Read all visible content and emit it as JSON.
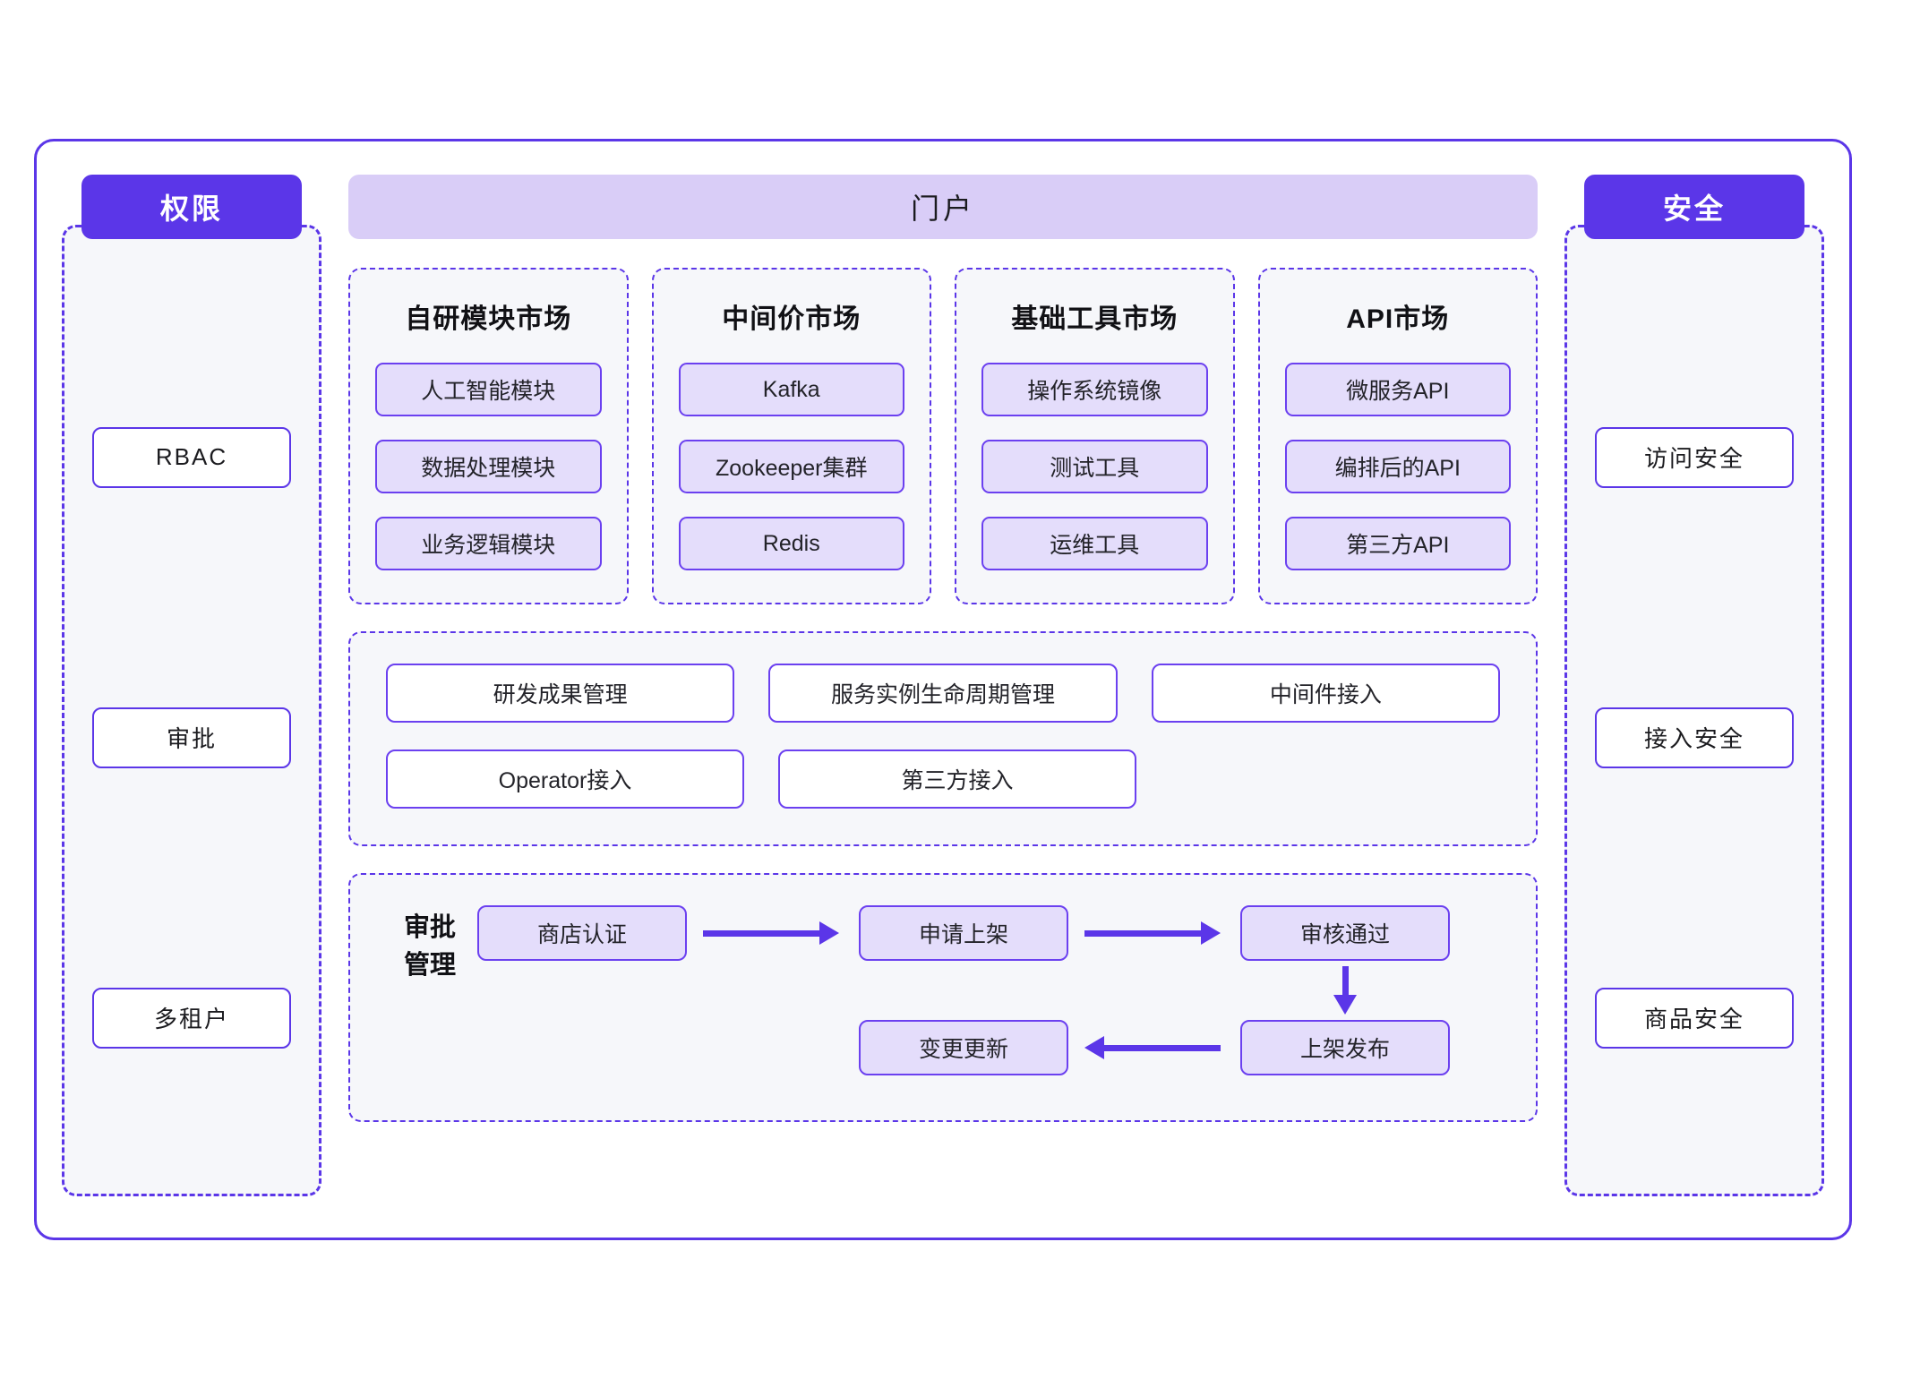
{
  "left_panel": {
    "header": "权限",
    "items": [
      {
        "label": "RBAC"
      },
      {
        "label": "审批"
      },
      {
        "label": "多租户"
      }
    ]
  },
  "right_panel": {
    "header": "安全",
    "items": [
      {
        "label": "访问安全"
      },
      {
        "label": "接入安全"
      },
      {
        "label": "商品安全"
      }
    ]
  },
  "portal": {
    "title": "门户"
  },
  "markets": [
    {
      "title": "自研模块市场",
      "items": [
        {
          "label": "人工智能模块"
        },
        {
          "label": "数据处理模块"
        },
        {
          "label": "业务逻辑模块"
        }
      ]
    },
    {
      "title": "中间价市场",
      "items": [
        {
          "label": "Kafka"
        },
        {
          "label": "Zookeeper集群"
        },
        {
          "label": "Redis"
        }
      ]
    },
    {
      "title": "基础工具市场",
      "items": [
        {
          "label": "操作系统镜像"
        },
        {
          "label": "测试工具"
        },
        {
          "label": "运维工具"
        }
      ]
    },
    {
      "title": "API市场",
      "items": [
        {
          "label": "微服务API"
        },
        {
          "label": "编排后的API"
        },
        {
          "label": "第三方API"
        }
      ]
    }
  ],
  "capabilities": {
    "row1": [
      {
        "label": "研发成果管理"
      },
      {
        "label": "服务实例生命周期管理"
      },
      {
        "label": "中间件接入"
      }
    ],
    "row2": [
      {
        "label": "Operator接入"
      },
      {
        "label": "第三方接入"
      }
    ]
  },
  "approval": {
    "label": "审批管理",
    "nodes": [
      {
        "label": "商店认证"
      },
      {
        "label": "申请上架"
      },
      {
        "label": "审核通过"
      },
      {
        "label": "上架发布"
      },
      {
        "label": "变更更新"
      }
    ]
  },
  "colors": {
    "accent": "#5b36e8",
    "accent_light": "#6b40f0",
    "chip_fill": "#e4ddfb",
    "banner_fill": "#d9cdf7",
    "panel_fill": "#f6f7fa",
    "white": "#ffffff"
  }
}
